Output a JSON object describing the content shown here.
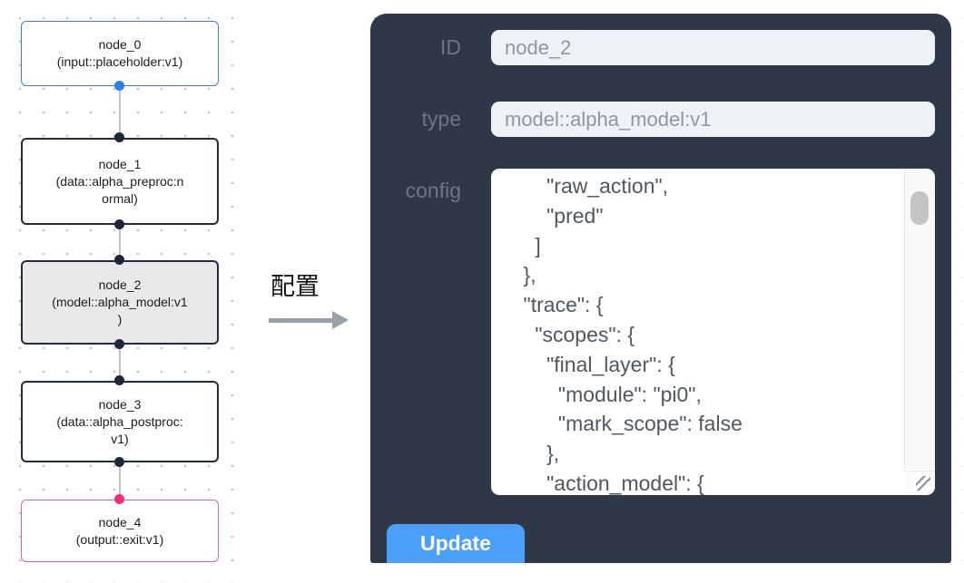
{
  "graph": {
    "nodes": [
      {
        "id": "node_0",
        "type": "input::placeholder:v1",
        "label": "node_0\n(input::placeholder:v1)",
        "role": "input",
        "border_color": "#3c79d9"
      },
      {
        "id": "node_1",
        "type": "data::alpha_preproc:normal",
        "label": "node_1\n(data::alpha_preproc:n\normal)",
        "role": "data",
        "border_color": "#232c3d"
      },
      {
        "id": "node_2",
        "type": "model::alpha_model:v1",
        "label": "node_2\n(model::alpha_model:v1\n)",
        "role": "model",
        "selected": true,
        "border_color": "#232c3d"
      },
      {
        "id": "node_3",
        "type": "data::alpha_postproc:v1",
        "label": "node_3\n(data::alpha_postproc:\nv1)",
        "role": "data",
        "border_color": "#232c3d"
      },
      {
        "id": "node_4",
        "type": "output::exit:v1",
        "label": "node_4\n(output::exit:v1)",
        "role": "output",
        "border_color": "#dd66a0"
      }
    ],
    "annotation": {
      "label": "配置"
    }
  },
  "config_panel": {
    "fields": {
      "id": {
        "label": "ID",
        "value": "node_2"
      },
      "type": {
        "label": "type",
        "value": "model::alpha_model:v1"
      },
      "config": {
        "label": "config",
        "value": "        \"raw_action\",\n        \"pred\"\n      ]\n    },\n    \"trace\": {\n      \"scopes\": {\n        \"final_layer\": {\n          \"module\": \"pi0\",\n          \"mark_scope\": false\n        },\n        \"action_model\": {"
      }
    },
    "update_button": "Update"
  },
  "colors": {
    "panel_bg": "#2e3847",
    "accent_blue": "#4a9ff8",
    "node_input_border": "#3c79d9",
    "node_output_border": "#dd66a0",
    "node_selected_bg": "#e9e9ea",
    "port_blue": "#2f7ef0",
    "port_dark": "#1f2738",
    "port_pink": "#ee2d7c",
    "grid_dot": "#c7c9cc"
  }
}
